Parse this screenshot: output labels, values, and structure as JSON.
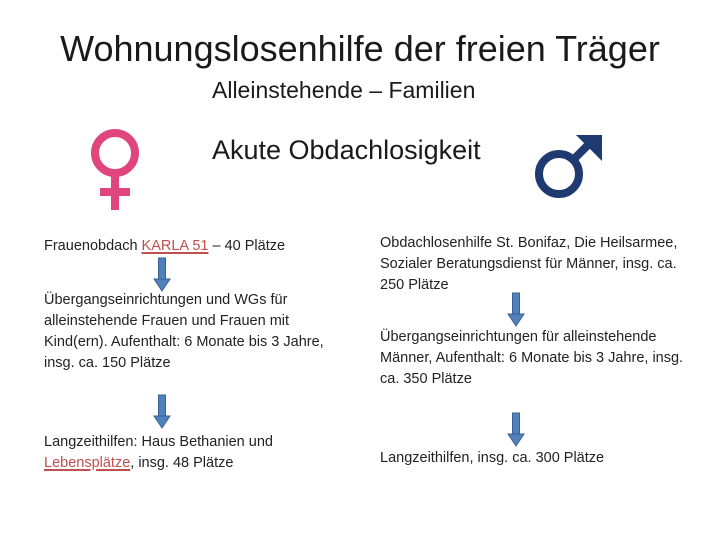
{
  "header": {
    "title": "Wohnungslosenhilfe der freien Träger",
    "subtitle": "Alleinstehende – Familien",
    "heading": "Akute Obdachlosigkeit"
  },
  "icons": {
    "female": "female-symbol-icon",
    "male": "male-symbol-icon",
    "arrow": "arrow-down-icon"
  },
  "colors": {
    "female": "#e0457b",
    "male": "#1f3a70",
    "arrow": "#4f81bd",
    "highlight": "#c0504d"
  },
  "women": {
    "item1": {
      "prefix": "Frauenobdach ",
      "highlight": "KARLA 51",
      "suffix": " – 40 Plätze"
    },
    "item2": "Übergangseinrichtungen und WGs für alleinstehende Frauen und Frauen mit Kind(ern). Aufenthalt: 6 Monate bis 3 Jahre, insg. ca. 150 Plätze",
    "item3": {
      "prefix": "Langzeithilfen: Haus Bethanien und ",
      "highlight": "Lebensplätze",
      "suffix": ", insg. 48 Plätze"
    }
  },
  "men": {
    "item1": "Obdachlosenhilfe St. Bonifaz, Die Heilsarmee, Sozialer Beratungsdienst für Männer, insg. ca. 250 Plätze",
    "item2": "Übergangseinrichtungen für alleinstehende Männer, Aufenthalt: 6 Monate bis 3 Jahre, insg. ca. 350 Plätze",
    "item3": "Langzeithilfen, insg. ca. 300 Plätze"
  }
}
